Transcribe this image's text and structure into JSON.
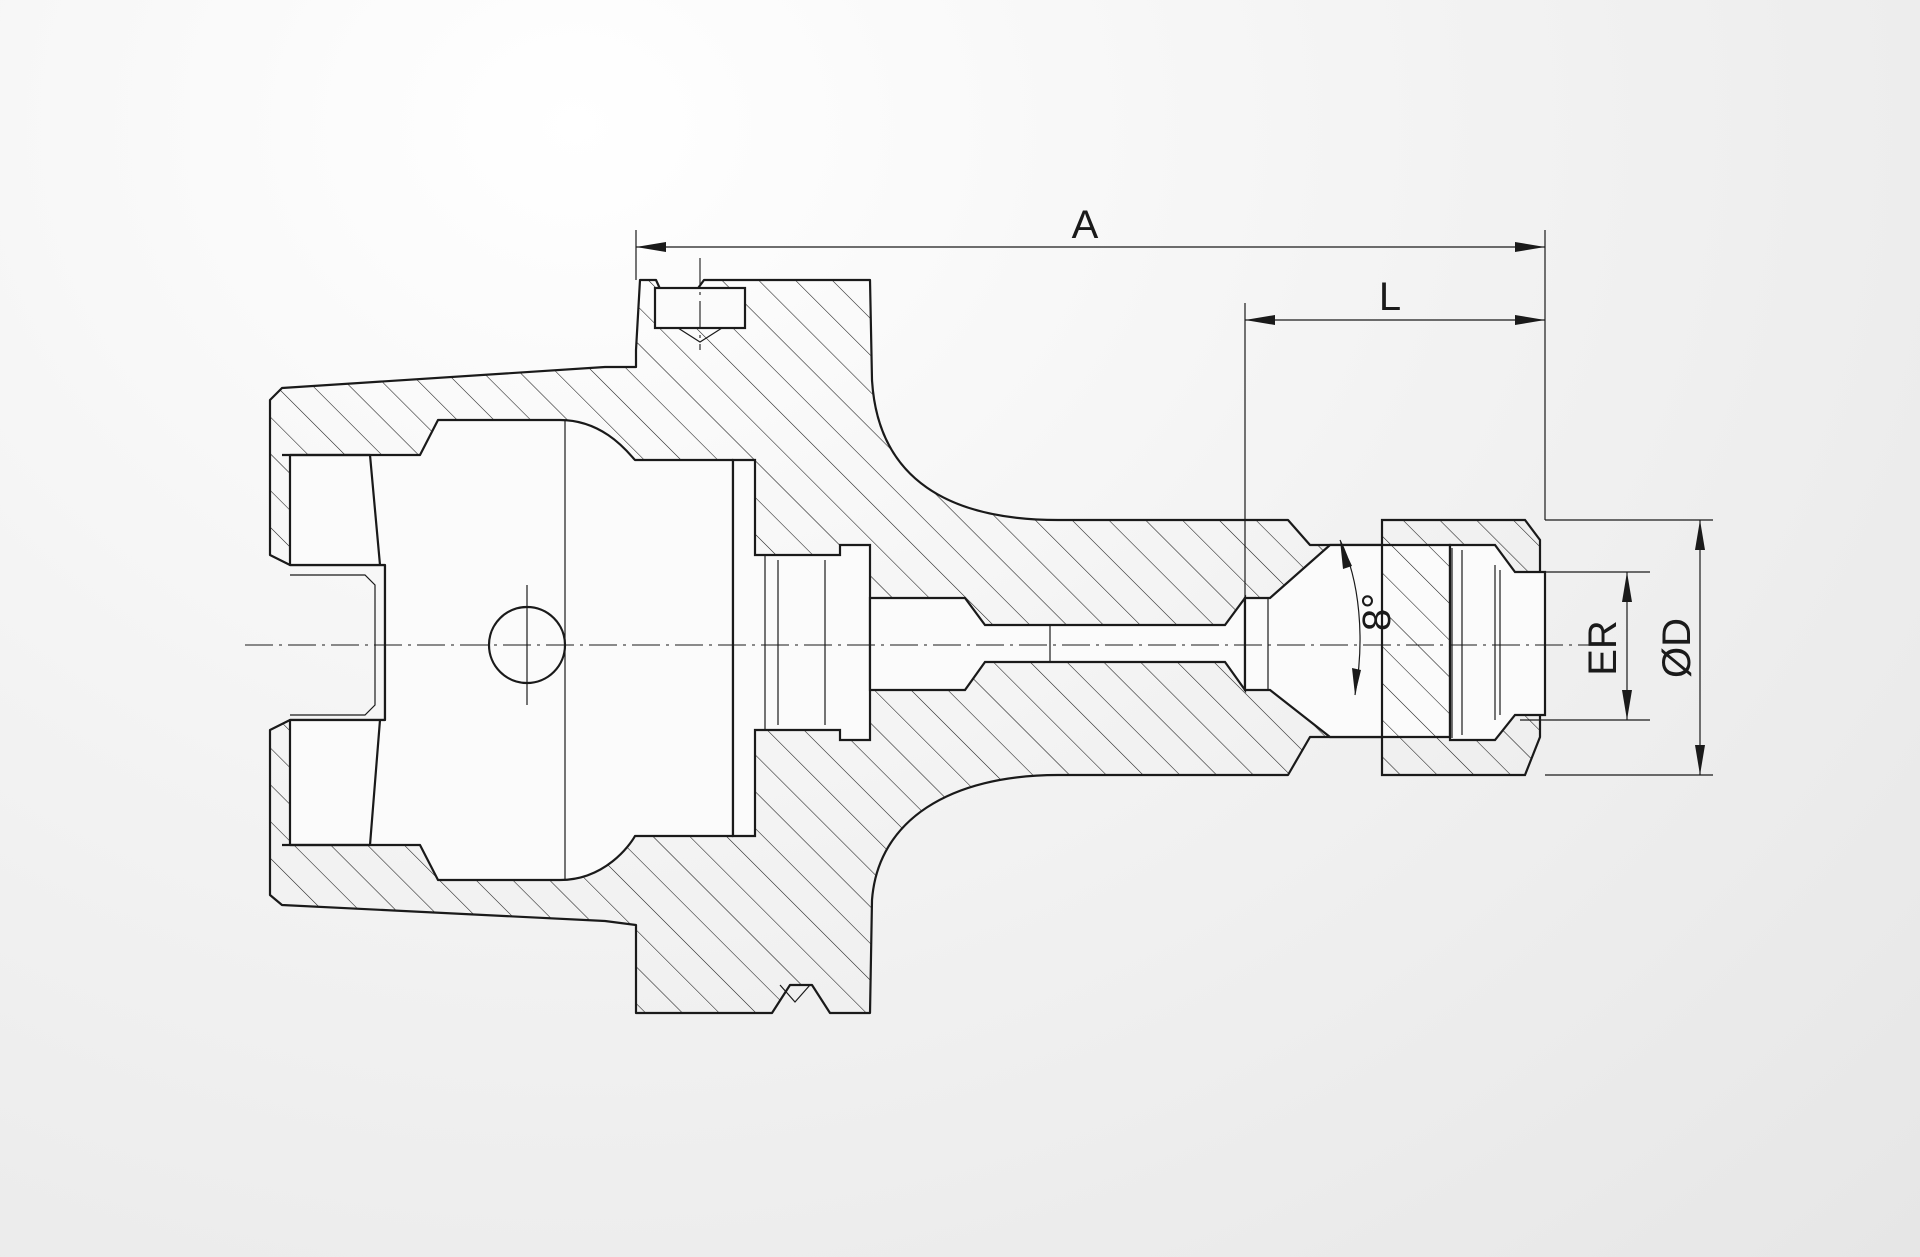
{
  "drawing": {
    "dimensions": {
      "overall_length": "A",
      "projection_length": "L",
      "collet_size": "ER",
      "outer_diameter": "ØD"
    },
    "taper_angle": "8°"
  }
}
